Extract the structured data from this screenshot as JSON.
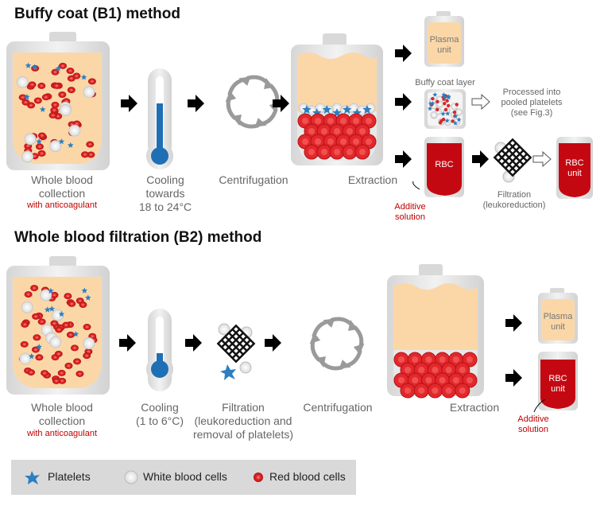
{
  "titles": {
    "b1": "Buffy coat (B1) method",
    "b2": "Whole blood filtration (B2) method"
  },
  "b1": {
    "whole_blood_1": "Whole blood",
    "whole_blood_2": "collection",
    "anticoagulant": "with anticoagulant",
    "cooling_1": "Cooling",
    "cooling_2": "towards",
    "cooling_3": "18 to 24°C",
    "centrifugation": "Centrifugation",
    "extraction": "Extraction",
    "plasma_1": "Plasma",
    "plasma_2": "unit",
    "buffy_layer": "Buffy coat layer",
    "processed_1": "Processed into",
    "processed_2": "pooled platelets",
    "processed_3": "(see Fig.3)",
    "rbc": "RBC",
    "filtration_1": "Filtration",
    "filtration_2": "(leukoreduction)",
    "rbc_unit_1": "RBC",
    "rbc_unit_2": "unit",
    "additive_1": "Additive",
    "additive_2": "solution"
  },
  "b2": {
    "whole_blood_1": "Whole blood",
    "whole_blood_2": "collection",
    "anticoagulant": "with anticoagulant",
    "cooling_1": "Cooling",
    "cooling_2": "(1 to 6°C)",
    "filtration_1": "Filtration",
    "filtration_2": "(leukoreduction and",
    "filtration_3": "removal of platelets)",
    "centrifugation": "Centrifugation",
    "extraction": "Extraction",
    "plasma_1": "Plasma",
    "plasma_2": "unit",
    "rbc_unit_1": "RBC",
    "rbc_unit_2": "unit",
    "additive_1": "Additive",
    "additive_2": "solution"
  },
  "legend": {
    "platelets": "Platelets",
    "white_cells": "White blood cells",
    "red_cells": "Red blood cells"
  },
  "colors": {
    "plasma": "#fbd7a8",
    "red_cell": "#e0262b",
    "rbc_bag": "#c40812",
    "platelet": "#2b7fc1",
    "bag": "#e4e4e4",
    "legend_bg": "#d9d9d9",
    "annotation_red": "#c00000"
  },
  "icons": [
    "thermometer-icon",
    "centrifuge-icon",
    "filter-icon",
    "arrow-right-icon",
    "hollow-arrow-icon",
    "blood-bag-icon"
  ]
}
